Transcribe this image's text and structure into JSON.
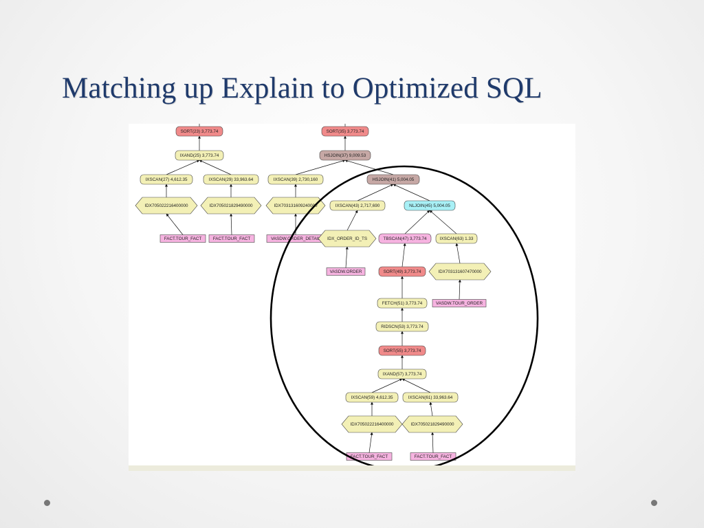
{
  "slide": {
    "title": "Matching up Explain to Optimized SQL"
  },
  "colors": {
    "title": "#1f3a6b",
    "sort": "#f08a8a",
    "join": "#c6a8a5",
    "nljoin": "#a8f0f6",
    "scan": "#f3f0b6",
    "index": "#f3f0b6",
    "table": "#f6b3e0",
    "tbscan": "#f6b3e0"
  },
  "nodes": {
    "sort23": {
      "label": "SORT(23) 3,773.74",
      "kind": "sort"
    },
    "ixand25": {
      "label": "IXAND(25) 3,773.74",
      "kind": "scan"
    },
    "ixscan27": {
      "label": "IXSCAN(27) 4,612.35",
      "kind": "scan"
    },
    "ixscan29": {
      "label": "IXSCAN(29) 33,963.64",
      "kind": "scan"
    },
    "idx1": {
      "label": "IDX705022216400000",
      "kind": "index"
    },
    "idx2": {
      "label": "IDX705021829490000",
      "kind": "index"
    },
    "fact1": {
      "label": "FACT.TOUR_FACT",
      "kind": "table"
    },
    "fact2": {
      "label": "FACT.TOUR_FACT",
      "kind": "table"
    },
    "sort35": {
      "label": "SORT(35) 3,773.74",
      "kind": "sort"
    },
    "hsjoin37": {
      "label": "HSJOIN(37) 9,009.53",
      "kind": "join"
    },
    "ixscan39": {
      "label": "IXSCAN(39) 2,730,160",
      "kind": "scan"
    },
    "idx3": {
      "label": "IDX703131609240000",
      "kind": "index"
    },
    "orderdetail": {
      "label": "VASDW.ORDER_DETAIL",
      "kind": "table"
    },
    "hsjoin41": {
      "label": "HSJOIN(41) 5,004.05",
      "kind": "join"
    },
    "ixscan43": {
      "label": "IXSCAN(43) 2,717,690",
      "kind": "scan"
    },
    "idxorder": {
      "label": "IDX_ORDER_ID_TS",
      "kind": "index"
    },
    "vasorder": {
      "label": "VASDW.ORDER",
      "kind": "table"
    },
    "nljoin45": {
      "label": "NLJOIN(45) 5,004.05",
      "kind": "nljoin"
    },
    "tbscan47": {
      "label": "TBSCAN(47) 3,773.74",
      "kind": "tbscan"
    },
    "ixscan63": {
      "label": "IXSCAN(63) 1.33",
      "kind": "scan"
    },
    "sort49": {
      "label": "SORT(49) 3,773.74",
      "kind": "sort"
    },
    "idx4": {
      "label": "IDX703131607470000",
      "kind": "index"
    },
    "tourorder": {
      "label": "VASDW.TOUR_ORDER",
      "kind": "table"
    },
    "fetch51": {
      "label": "FETCH(51) 3,773.74",
      "kind": "scan"
    },
    "ridscn53": {
      "label": "RIDSCN(53) 3,773.74",
      "kind": "scan"
    },
    "sort55": {
      "label": "SORT(55) 3,773.74",
      "kind": "sort"
    },
    "ixand57": {
      "label": "IXAND(57) 3,773.74",
      "kind": "scan"
    },
    "ixscan59": {
      "label": "IXSCAN(59) 4,612.35",
      "kind": "scan"
    },
    "ixscan61": {
      "label": "IXSCAN(61) 33,963.64",
      "kind": "scan"
    },
    "idx5": {
      "label": "IDX705022216400000",
      "kind": "index"
    },
    "idx6": {
      "label": "IDX705021829490000",
      "kind": "index"
    },
    "fact3": {
      "label": "FACT.TOUR_FACT",
      "kind": "table"
    },
    "fact4": {
      "label": "FACT.TOUR_FACT",
      "kind": "table"
    }
  },
  "edges": [
    [
      "ixand25",
      "sort23"
    ],
    [
      "ixscan27",
      "ixand25"
    ],
    [
      "ixscan29",
      "ixand25"
    ],
    [
      "idx1",
      "ixscan27"
    ],
    [
      "idx2",
      "ixscan29"
    ],
    [
      "fact1",
      "idx1"
    ],
    [
      "fact2",
      "idx2"
    ],
    [
      "hsjoin37",
      "sort35"
    ],
    [
      "ixscan39",
      "hsjoin37"
    ],
    [
      "hsjoin41",
      "hsjoin37"
    ],
    [
      "idx3",
      "ixscan39"
    ],
    [
      "orderdetail",
      "idx3"
    ],
    [
      "ixscan43",
      "hsjoin41"
    ],
    [
      "nljoin45",
      "hsjoin41"
    ],
    [
      "idxorder",
      "ixscan43"
    ],
    [
      "vasorder",
      "idxorder"
    ],
    [
      "tbscan47",
      "nljoin45"
    ],
    [
      "ixscan63",
      "nljoin45"
    ],
    [
      "sort49",
      "tbscan47"
    ],
    [
      "idx4",
      "ixscan63"
    ],
    [
      "tourorder",
      "idx4"
    ],
    [
      "fetch51",
      "sort49"
    ],
    [
      "ridscn53",
      "fetch51"
    ],
    [
      "sort55",
      "ridscn53"
    ],
    [
      "ixand57",
      "sort55"
    ],
    [
      "ixscan59",
      "ixand57"
    ],
    [
      "ixscan61",
      "ixand57"
    ],
    [
      "idx5",
      "ixscan59"
    ],
    [
      "idx6",
      "ixscan61"
    ],
    [
      "fact3",
      "idx5"
    ],
    [
      "fact4",
      "idx6"
    ]
  ]
}
